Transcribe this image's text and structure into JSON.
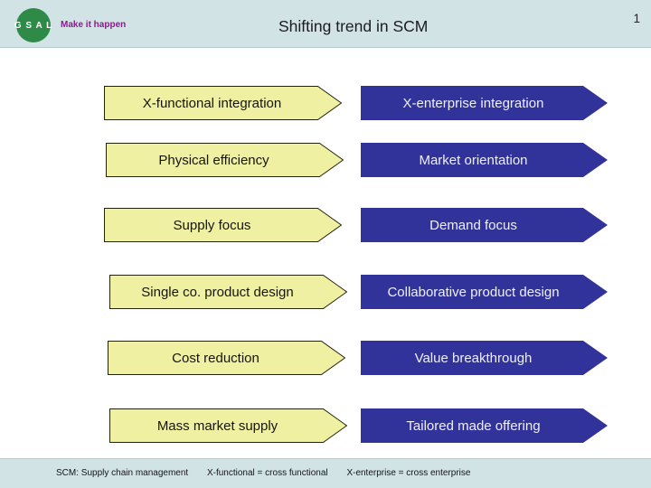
{
  "slide": {
    "logo": {
      "text": "G S A L"
    },
    "tagline": "Make it happen",
    "title": "Shifting trend in SCM",
    "page_number": "1",
    "rows": [
      {
        "from": "X-functional integration",
        "to": "X-enterprise integration"
      },
      {
        "from": "Physical efficiency",
        "to": "Market orientation"
      },
      {
        "from": "Supply focus",
        "to": "Demand focus"
      },
      {
        "from": "Single co. product design",
        "to": "Collaborative product design"
      },
      {
        "from": "Cost reduction",
        "to": "Value breakthrough"
      },
      {
        "from": "Mass market supply",
        "to": "Tailored made offering"
      }
    ],
    "footnote": [
      "SCM: Supply chain management",
      "X-functional = cross functional",
      "X-enterprise = cross enterprise"
    ],
    "colors": {
      "band": "#d2e3e6",
      "from_arrow_fill": "#f0f0a2",
      "from_arrow_border": "#22220f",
      "to_arrow_fill": "#32329b",
      "to_arrow_text": "#eef0fa",
      "tagline": "#8a1b8a",
      "logo_green": "#2e8b47"
    }
  }
}
